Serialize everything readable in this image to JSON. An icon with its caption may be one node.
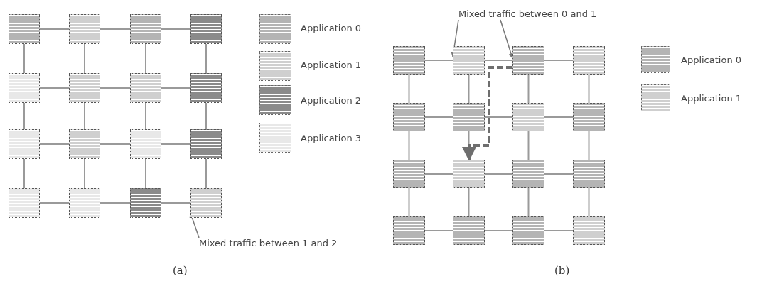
{
  "diagram": {
    "nodes": [
      {
        "text": [],
        "shape": "box"
      },
      {
        "text": [],
        "shape": "box"
      },
      {
        "text": [],
        "shape": "box"
      },
      {
        "text": [],
        "shape": "box"
      },
      {
        "text": [],
        "shape": "box"
      },
      {
        "text": [],
        "shape": "box"
      },
      {
        "text": [],
        "shape": "box"
      },
      {
        "text": [],
        "shape": "box"
      },
      {
        "text": [],
        "shape": "box"
      },
      {
        "text": [],
        "shape": "box"
      },
      {
        "text": [],
        "shape": "box"
      },
      {
        "text": [],
        "shape": "box"
      },
      {
        "text": [],
        "shape": "box"
      },
      {
        "text": [],
        "shape": "box"
      },
      {
        "text": [],
        "shape": "box"
      },
      {
        "text": [],
        "shape": "box"
      },
      {
        "text": [],
        "shape": "box"
      },
      {
        "text": [],
        "shape": "box"
      },
      {
        "text": [],
        "shape": "box"
      },
      {
        "text": [],
        "shape": "box"
      },
      {
        "text": [],
        "shape": "box"
      },
      {
        "text": [],
        "shape": "box"
      },
      {
        "text": [],
        "shape": "box"
      },
      {
        "text": [],
        "shape": "box"
      },
      {
        "text": [],
        "shape": "box"
      },
      {
        "text": [],
        "shape": "box"
      },
      {
        "text": [],
        "shape": "box"
      },
      {
        "text": [],
        "shape": "box"
      },
      {
        "text": [],
        "shape": "box"
      },
      {
        "text": [],
        "shape": "box"
      },
      {
        "text": [],
        "shape": "box"
      },
      {
        "text": [],
        "shape": "box"
      },
      {
        "text": [
          "Mixed traffic between 1 and 2"
        ]
      },
      {
        "text": [
          "Mixed traffic between 0 and 1"
        ]
      }
    ],
    "edges": [
      {
        "from": 0,
        "to": 1,
        "arrow": "none"
      },
      {
        "from": 1,
        "to": 2,
        "arrow": "none"
      },
      {
        "from": 2,
        "to": 3,
        "arrow": "none"
      },
      {
        "from": 4,
        "to": 5,
        "arrow": "none"
      },
      {
        "from": 5,
        "to": 6,
        "arrow": "none"
      },
      {
        "from": 6,
        "to": 7,
        "arrow": "none"
      },
      {
        "from": 8,
        "to": 9,
        "arrow": "none"
      },
      {
        "from": 9,
        "to": 10,
        "arrow": "none"
      },
      {
        "from": 10,
        "to": 11,
        "arrow": "none"
      },
      {
        "from": 12,
        "to": 13,
        "arrow": "none"
      },
      {
        "from": 13,
        "to": 14,
        "arrow": "none"
      },
      {
        "from": 14,
        "to": 15,
        "arrow": "none"
      },
      {
        "from": 0,
        "to": 4,
        "arrow": "none"
      },
      {
        "from": 1,
        "to": 5,
        "arrow": "none"
      },
      {
        "from": 2,
        "to": 6,
        "arrow": "none"
      },
      {
        "from": 3,
        "to": 7,
        "arrow": "none"
      },
      {
        "from": 4,
        "to": 8,
        "arrow": "none"
      },
      {
        "from": 5,
        "to": 9,
        "arrow": "none"
      },
      {
        "from": 6,
        "to": 10,
        "arrow": "none"
      },
      {
        "from": 7,
        "to": 11,
        "arrow": "none"
      },
      {
        "from": 8,
        "to": 12,
        "arrow": "none"
      },
      {
        "from": 9,
        "to": 13,
        "arrow": "none"
      },
      {
        "from": 10,
        "to": 14,
        "arrow": "none"
      },
      {
        "from": 11,
        "to": 15,
        "arrow": "none"
      },
      {
        "from": 16,
        "to": 17,
        "arrow": "none"
      },
      {
        "from": 17,
        "to": 18,
        "arrow": "none"
      },
      {
        "from": 18,
        "to": 19,
        "arrow": "none"
      },
      {
        "from": 20,
        "to": 21,
        "arrow": "none"
      },
      {
        "from": 21,
        "to": 22,
        "arrow": "none"
      },
      {
        "from": 22,
        "to": 23,
        "arrow": "none"
      },
      {
        "from": 24,
        "to": 25,
        "arrow": "none"
      },
      {
        "from": 25,
        "to": 26,
        "arrow": "none"
      },
      {
        "from": 26,
        "to": 27,
        "arrow": "none"
      },
      {
        "from": 28,
        "to": 29,
        "arrow": "none"
      },
      {
        "from": 29,
        "to": 30,
        "arrow": "none"
      },
      {
        "from": 30,
        "to": 31,
        "arrow": "none"
      },
      {
        "from": 16,
        "to": 20,
        "arrow": "none"
      },
      {
        "from": 17,
        "to": 21,
        "arrow": "none"
      },
      {
        "from": 18,
        "to": 22,
        "arrow": "none"
      },
      {
        "from": 19,
        "to": 23,
        "arrow": "none"
      },
      {
        "from": 20,
        "to": 24,
        "arrow": "none"
      },
      {
        "from": 21,
        "to": 25,
        "arrow": "none"
      },
      {
        "from": 22,
        "to": 26,
        "arrow": "none"
      },
      {
        "from": 23,
        "to": 27,
        "arrow": "none"
      },
      {
        "from": 24,
        "to": 28,
        "arrow": "none"
      },
      {
        "from": 25,
        "to": 29,
        "arrow": "none"
      },
      {
        "from": 26,
        "to": 30,
        "arrow": "none"
      },
      {
        "from": 27,
        "to": 31,
        "arrow": "none"
      },
      {
        "from": 18,
        "to": 25,
        "arrow": "to",
        "style": "dashed",
        "color": "#6e6e6e"
      },
      {
        "from": 32,
        "to": 15,
        "arrow": "to"
      },
      {
        "from": 33,
        "to": 17,
        "arrow": "to"
      },
      {
        "from": 33,
        "to": 18,
        "arrow": "to"
      }
    ],
    "labels": [
      "(a)",
      "(b)"
    ],
    "legend": [
      {
        "text": "Application 0",
        "color": "#b4b4b4"
      },
      {
        "text": "Application 1",
        "color": "#cfcfcf"
      },
      {
        "text": "Application 2",
        "color": "#8a8a8a"
      },
      {
        "text": "Application 3",
        "color": "#e8e8e8"
      },
      {
        "text": "Application 0",
        "color": "#b4b4b4"
      },
      {
        "text": "Application 1",
        "color": "#cfcfcf"
      }
    ]
  }
}
